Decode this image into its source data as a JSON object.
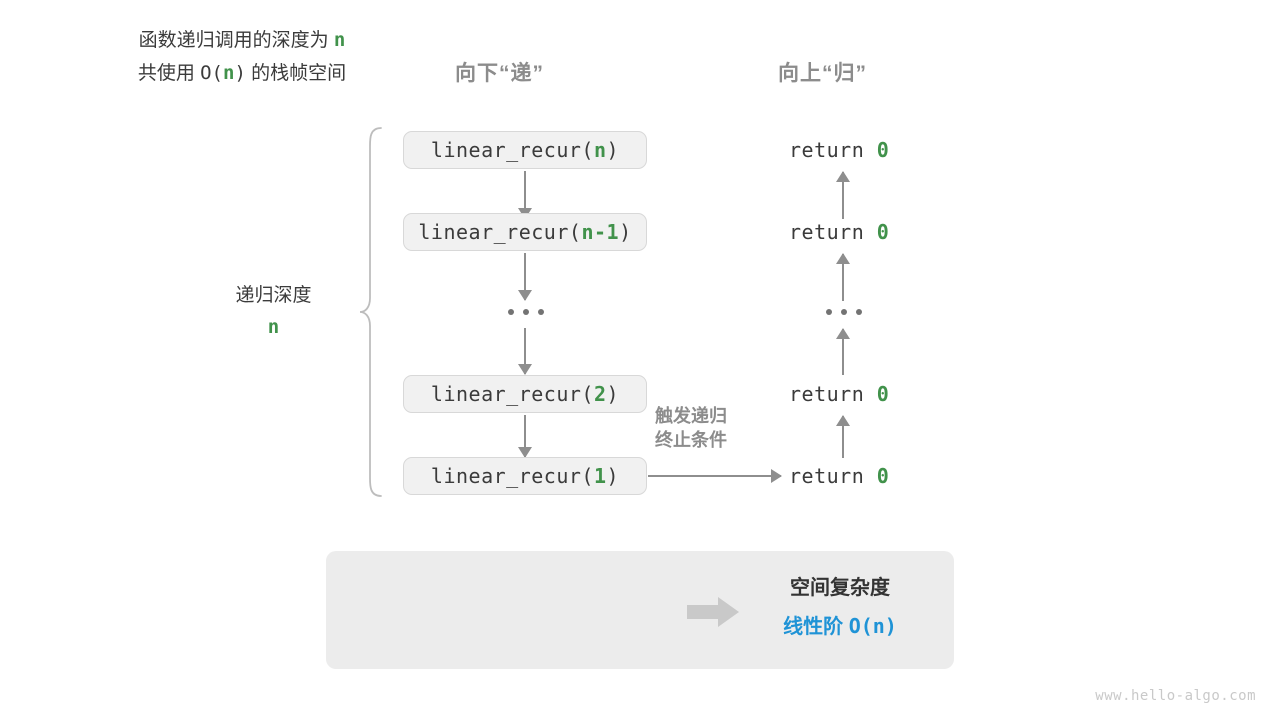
{
  "headers": {
    "down": "向下“递”",
    "up": "向上“归”"
  },
  "depth_label": {
    "text": "递归深度",
    "value": "n"
  },
  "trigger_note": {
    "line1": "触发递归",
    "line2": "终止条件"
  },
  "calls": [
    {
      "prefix": "linear_recur(",
      "arg": "n",
      "suffix": ")"
    },
    {
      "prefix": "linear_recur(",
      "arg": "n-1",
      "suffix": ")"
    },
    {
      "prefix": "linear_recur(",
      "arg": "2",
      "suffix": ")"
    },
    {
      "prefix": "linear_recur(",
      "arg": "1",
      "suffix": ")"
    }
  ],
  "returns": [
    {
      "keyword": "return",
      "value": "0"
    },
    {
      "keyword": "return",
      "value": "0"
    },
    {
      "keyword": "return",
      "value": "0"
    },
    {
      "keyword": "return",
      "value": "0"
    }
  ],
  "ellipsis": "...",
  "summary": {
    "left_line1_pre": "函数递归调用的深度为 ",
    "left_line1_var": "n",
    "left_line2_pre": "共使用 ",
    "left_line2_big": "O(",
    "left_line2_var": "n",
    "left_line2_close": ")",
    "left_line2_post": " 的栈帧空间",
    "right_title": "空间复杂度",
    "right_value_label": "线性阶 ",
    "right_value_expr": "O(n)"
  },
  "watermark": "www.hello-algo.com",
  "colors": {
    "green": "#41924b",
    "blue": "#1f93d6",
    "gray_text": "#8c8c8c",
    "dark_text": "#3b3b3b",
    "box_fill": "#f1f1f1",
    "box_border": "#d8d8d8",
    "panel_fill": "#ececec",
    "arrow": "#8e8e8e",
    "watermark": "#c9c9c9"
  }
}
